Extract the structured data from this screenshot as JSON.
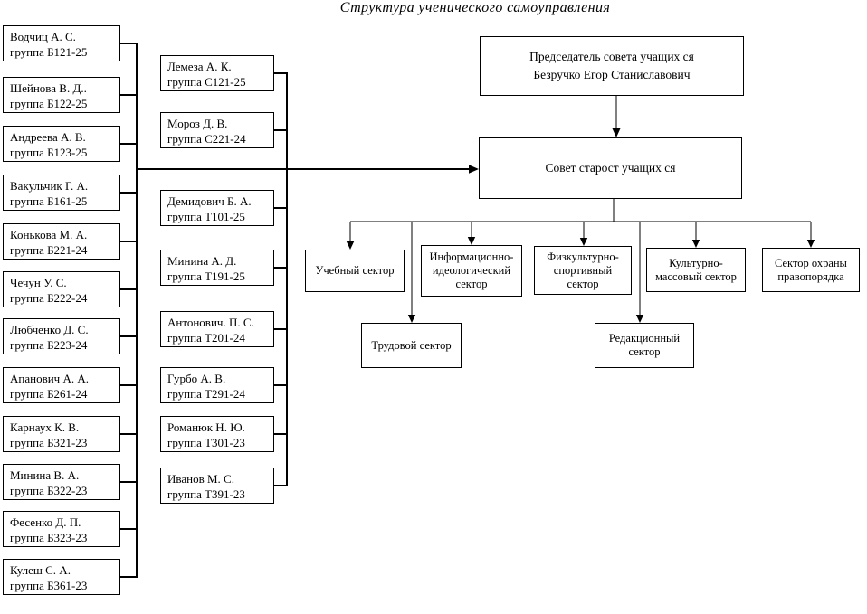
{
  "title": "Структура ученического самоуправления",
  "chairman": {
    "role": "Председатель совета учащих ся",
    "name": "Безручко Егор Станиславович"
  },
  "council": {
    "label": "Совет старост учащих ся"
  },
  "left_column": [
    {
      "name": "Водчиц А. С.",
      "group": "группа Б121-25"
    },
    {
      "name": "Шейнова В. Д..",
      "group": "группа Б122-25"
    },
    {
      "name": "Андреева А. В.",
      "group": "группа Б123-25"
    },
    {
      "name": "Вакульчик Г. А.",
      "group": "группа Б161-25"
    },
    {
      "name": "Конькова М. А.",
      "group": "группа Б221-24"
    },
    {
      "name": "Чечун У. С.",
      "group": "группа Б222-24"
    },
    {
      "name": "Любченко Д. С.",
      "group": "группа Б223-24"
    },
    {
      "name": "Апанович А. А.",
      "group": "группа Б261-24"
    },
    {
      "name": "Карнаух К. В.",
      "group": "группа Б321-23"
    },
    {
      "name": "Минина В. А.",
      "group": "группа Б322-23"
    },
    {
      "name": "Фесенко Д. П.",
      "group": "группа Б323-23"
    },
    {
      "name": "Кулеш С. А.",
      "group": "группа Б361-23"
    }
  ],
  "middle_column": [
    {
      "name": "Лемеза А. К.",
      "group": "группа С121-25"
    },
    {
      "name": "Мороз Д. В.",
      "group": "группа С221-24"
    },
    {
      "name": "Демидович Б. А.",
      "group": "группа Т101-25"
    },
    {
      "name": "Минина А. Д.",
      "group": "группа Т191-25"
    },
    {
      "name": "Антонович. П. С.",
      "group": "группа Т201-24"
    },
    {
      "name": "Гурбо А. В.",
      "group": "группа Т291-24"
    },
    {
      "name": "Романюк Н. Ю.",
      "group": "группа Т301-23"
    },
    {
      "name": "Иванов М. С.",
      "group": "группа Т391-23"
    }
  ],
  "sectors": {
    "study": "Учебный сектор",
    "info_ideology": "Информационно-идеологический сектор",
    "sports": "Физкультурно-спортивный сектор",
    "culture": "Культурно-массовый сектор",
    "law_order": "Сектор охраны правопорядка",
    "labor": "Трудовой сектор",
    "editorial": "Редакционный сектор"
  }
}
